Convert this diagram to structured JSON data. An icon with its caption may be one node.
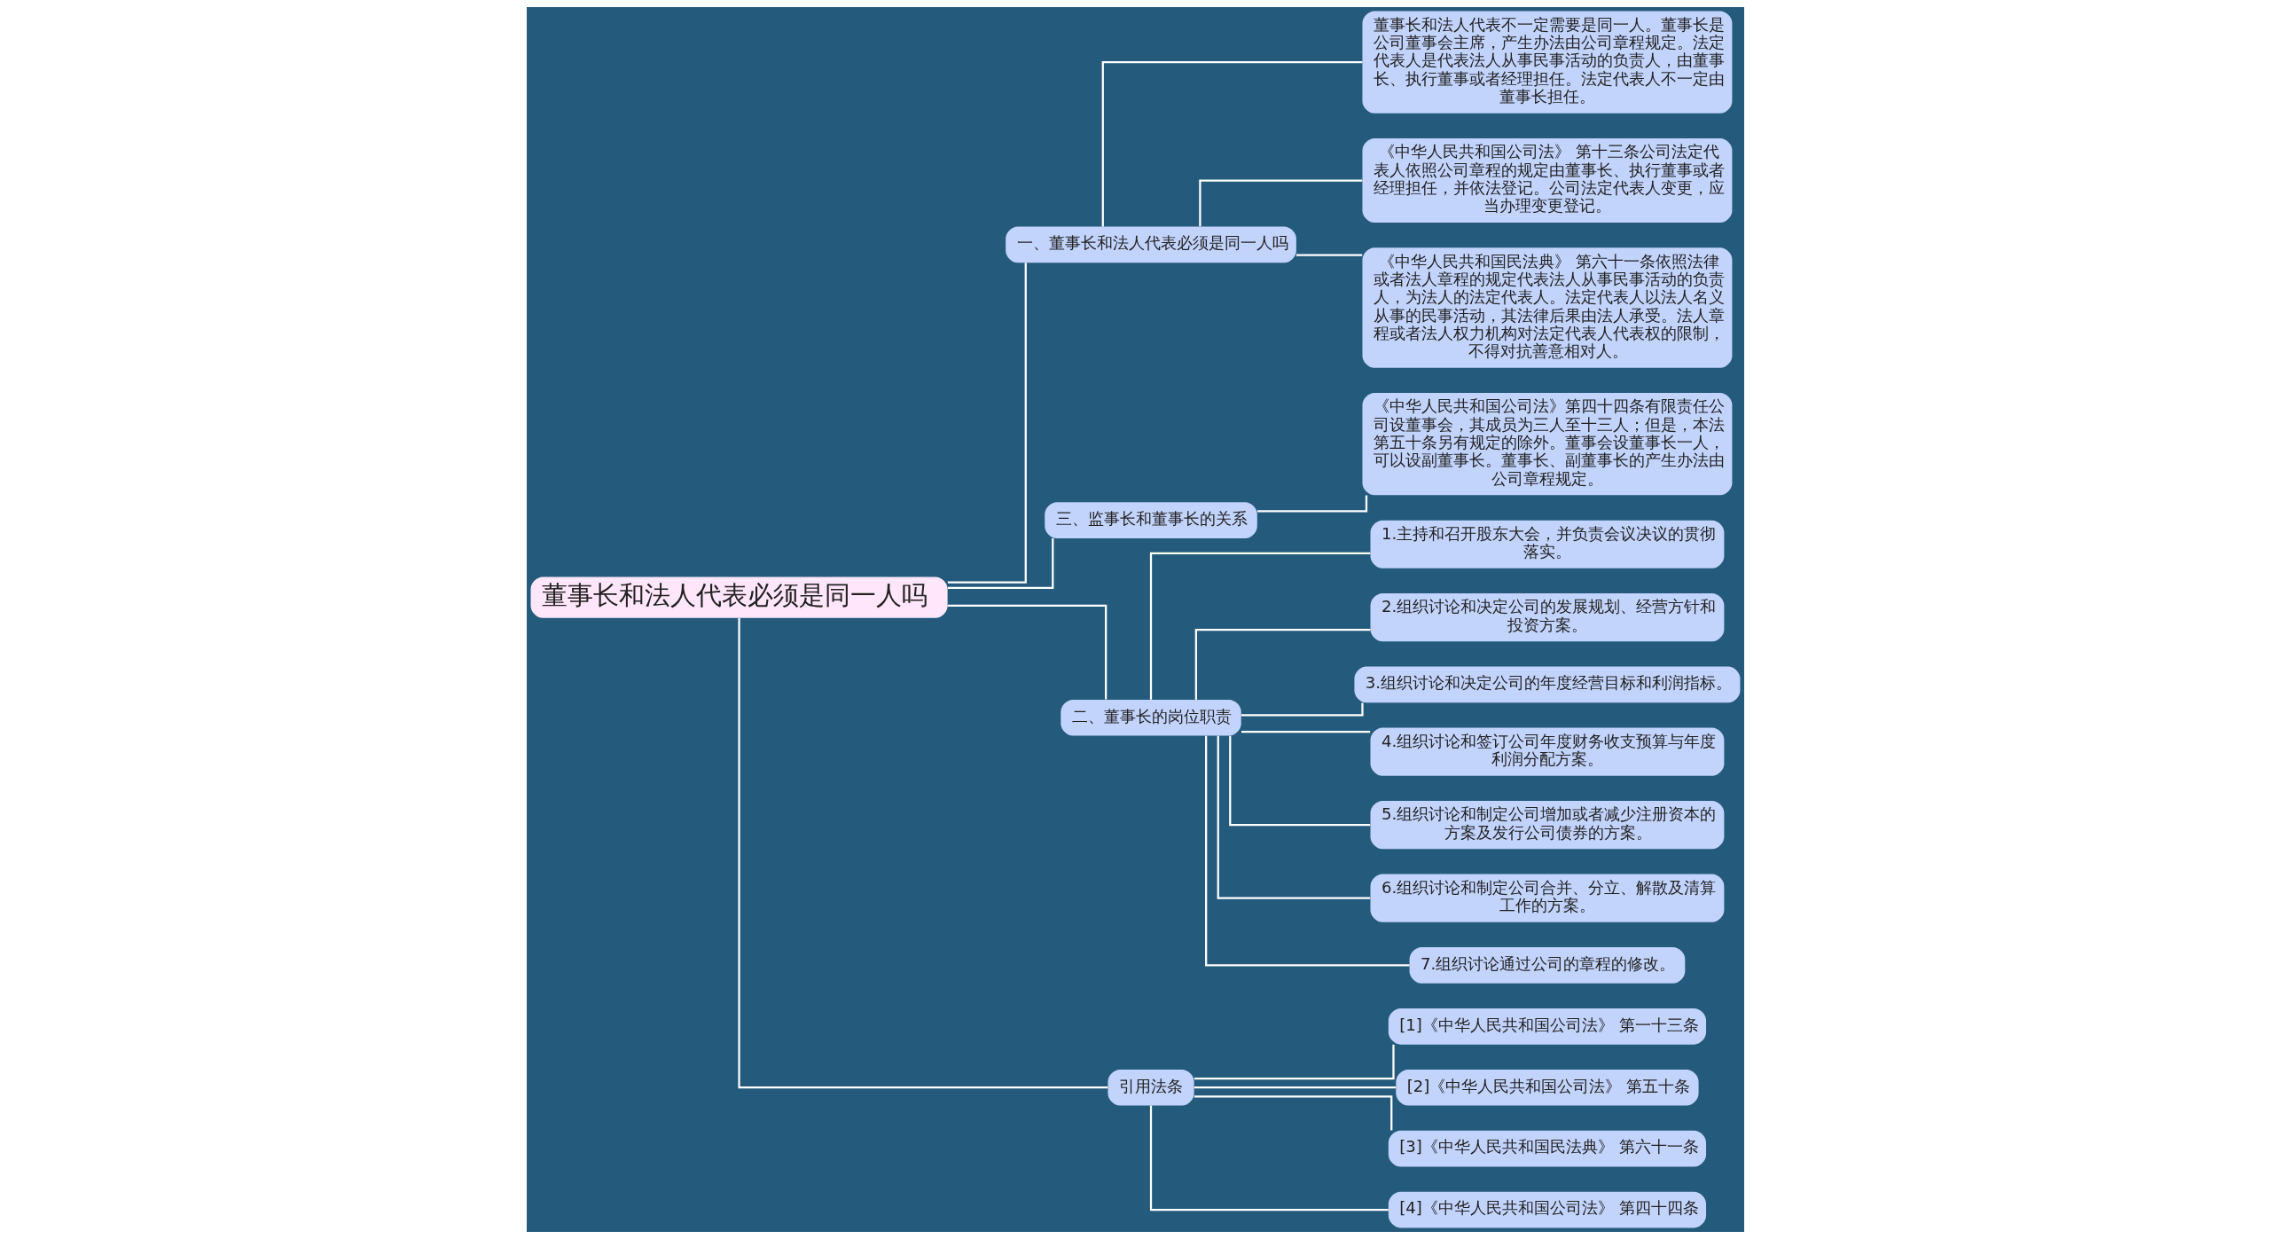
{
  "diagram": {
    "nodes": [
      {
        "text": [
          "董事长和法人代表必须是同一人吗"
        ]
      },
      {
        "text": [
          "一、董事长和法人代表必须是同一人吗"
        ]
      },
      {
        "text": [
          "董事长和法人代表不一定需要是同一人。董事长是公司董事会主席，产生办法由公司章程规定。法定代表人是代表法人从事民事活动的负责人，由董事长、执行董事或者经理担任。法定代表人不一定由董事长担任。"
        ]
      },
      {
        "text": [
          "《中华人民共和国公司法》 第十三条公司法定代表人依照公司章程的规定由董事长、执行董事或者经理担任，并依法登记。公司法定代表人变更，应当办理变更登记。"
        ]
      },
      {
        "text": [
          "《中华人民共和国民法典》 第六十一条依照法律或者法人章程的规定代表法人从事民事活动的负责人，为法人的法定代表人。法定代表人以法人名义从事的民事活动，其法律后果由法人承受。法人章程或者法人权力机构对法定代表人代表权的限制，不得对抗善意相对人。"
        ]
      },
      {
        "text": [
          "三、监事长和董事长的关系"
        ]
      },
      {
        "text": [
          "《中华人民共和国公司法》第四十四条有限责任公司设董事会，其成员为三人至十三人；但是，本法第五十条另有规定的除外。董事会设董事长一人，可以设副董事长。董事长、副董事长的产生办法由公司章程规定。"
        ]
      },
      {
        "text": [
          "二、董事长的岗位职责"
        ]
      },
      {
        "text": [
          "1.主持和召开股东大会，并负责会议决议的贯彻落实。"
        ]
      },
      {
        "text": [
          "2.组织讨论和决定公司的发展规划、经营方针和投资方案。"
        ]
      },
      {
        "text": [
          "3.组织讨论和决定公司的年度经营目标和利润指标。"
        ]
      },
      {
        "text": [
          "4.组织讨论和签订公司年度财务收支预算与年度利润分配方案。"
        ]
      },
      {
        "text": [
          "5.组织讨论和制定公司增加或者减少注册资本的方案及发行公司债券的方案。"
        ]
      },
      {
        "text": [
          "6.组织讨论和制定公司合并、分立、解散及清算工作的方案。"
        ]
      },
      {
        "text": [
          "7.组织讨论通过公司的章程的修改。"
        ]
      },
      {
        "text": [
          "引用法条"
        ]
      },
      {
        "text": [
          "[1]《中华人民共和国公司法》 第一十三条"
        ]
      },
      {
        "text": [
          "[2]《中华人民共和国公司法》 第五十条"
        ]
      },
      {
        "text": [
          "[3]《中华人民共和国民法典》 第六十一条"
        ]
      },
      {
        "text": [
          "[4]《中华人民共和国公司法》 第四十四条"
        ]
      }
    ],
    "edges": [
      {
        "from": 0,
        "to": 1,
        "arrow": "none"
      },
      {
        "from": 1,
        "to": 2,
        "arrow": "none"
      },
      {
        "from": 1,
        "to": 3,
        "arrow": "none"
      },
      {
        "from": 1,
        "to": 4,
        "arrow": "none"
      },
      {
        "from": 0,
        "to": 5,
        "arrow": "none"
      },
      {
        "from": 5,
        "to": 6,
        "arrow": "none"
      },
      {
        "from": 0,
        "to": 7,
        "arrow": "none"
      },
      {
        "from": 7,
        "to": 8,
        "arrow": "none"
      },
      {
        "from": 7,
        "to": 9,
        "arrow": "none"
      },
      {
        "from": 7,
        "to": 10,
        "arrow": "none"
      },
      {
        "from": 7,
        "to": 11,
        "arrow": "none"
      },
      {
        "from": 7,
        "to": 12,
        "arrow": "none"
      },
      {
        "from": 7,
        "to": 13,
        "arrow": "none"
      },
      {
        "from": 7,
        "to": 14,
        "arrow": "none"
      },
      {
        "from": 0,
        "to": 15,
        "arrow": "none"
      },
      {
        "from": 15,
        "to": 16,
        "arrow": "none"
      },
      {
        "from": 15,
        "to": 17,
        "arrow": "none"
      },
      {
        "from": 15,
        "to": 18,
        "arrow": "none"
      },
      {
        "from": 15,
        "to": 19,
        "arrow": "none"
      }
    ]
  }
}
